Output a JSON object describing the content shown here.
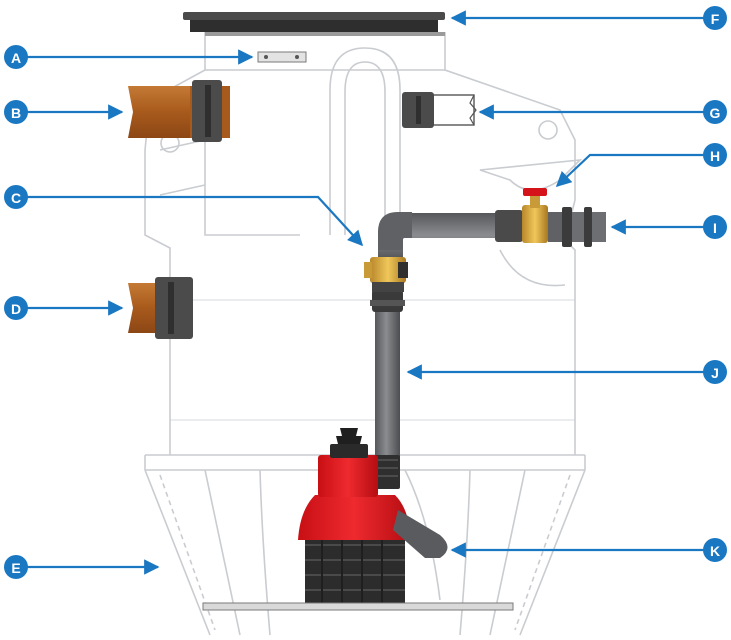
{
  "colors": {
    "callout": "#1a78c2",
    "outline": "#c9ccd0",
    "pipe_copper": "#b5651d",
    "pipe_grey": "#6d6e71",
    "pump_red": "#e3151b",
    "valve_brass": "#d6a531",
    "dark": "#3a3a3a"
  },
  "callouts": [
    {
      "letter": "A",
      "side": "left"
    },
    {
      "letter": "B",
      "side": "left"
    },
    {
      "letter": "C",
      "side": "left"
    },
    {
      "letter": "D",
      "side": "left"
    },
    {
      "letter": "E",
      "side": "left"
    },
    {
      "letter": "F",
      "side": "right"
    },
    {
      "letter": "G",
      "side": "right"
    },
    {
      "letter": "H",
      "side": "right"
    },
    {
      "letter": "I",
      "side": "right"
    },
    {
      "letter": "J",
      "side": "right"
    },
    {
      "letter": "K",
      "side": "right"
    }
  ]
}
